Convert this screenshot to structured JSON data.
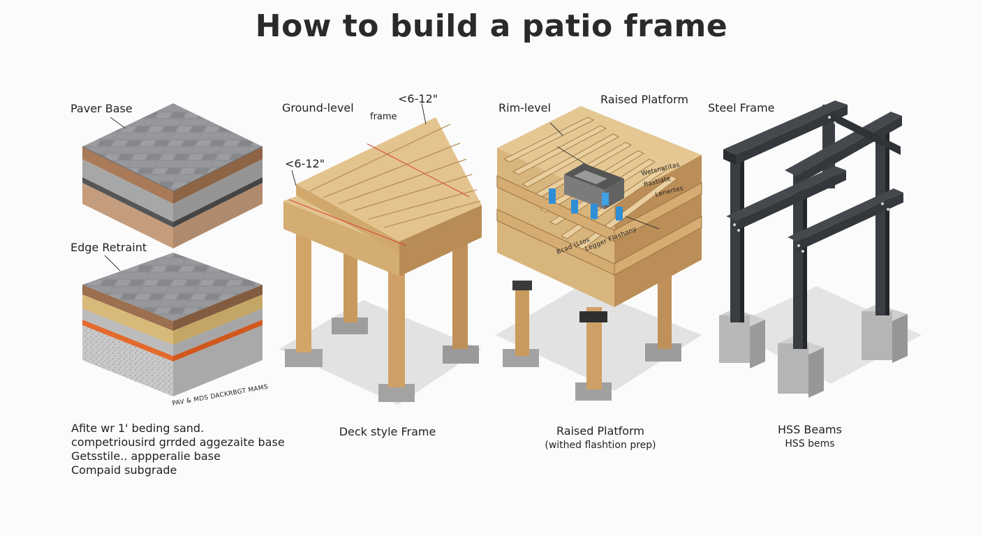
{
  "title": "How to build a patio frame",
  "paver": {
    "top_label": "Paver Base",
    "bottom_label": "Edge Retraint",
    "stamp": "PAV & MDS DACKRBGT MAMS",
    "notes": [
      "Afite wr 1' beding sand.",
      "competriousird grrded aggezaite base",
      "Getsstile.. appperalie base",
      "Compaid subgrade"
    ]
  },
  "deck": {
    "label": "Ground-level",
    "dim_top": "<6-12\"",
    "dim_side": "<6-12\"",
    "frame_note": "frame",
    "caption": "Deck style Frame"
  },
  "platform": {
    "label_left": "Rim-level",
    "label_top": "Raised Platform",
    "callouts": [
      "Wetsnatitas",
      "flastiate",
      "Lenertes",
      "Bcad (Ltos",
      "Legger Flashany"
    ],
    "caption": "Raised Platform",
    "subcaption": "(withed flashtion prep)"
  },
  "steel": {
    "label": "Steel Frame",
    "caption": "HSS Beams",
    "subcaption": "HSS  bems"
  },
  "colors": {
    "wood": "#d9b57e",
    "wood_dark": "#b08a55",
    "concrete": "#a9a9a9",
    "steel": "#3a3d42",
    "accent_red": "#d9433a",
    "flashing_blue": "#2f8fd6"
  }
}
